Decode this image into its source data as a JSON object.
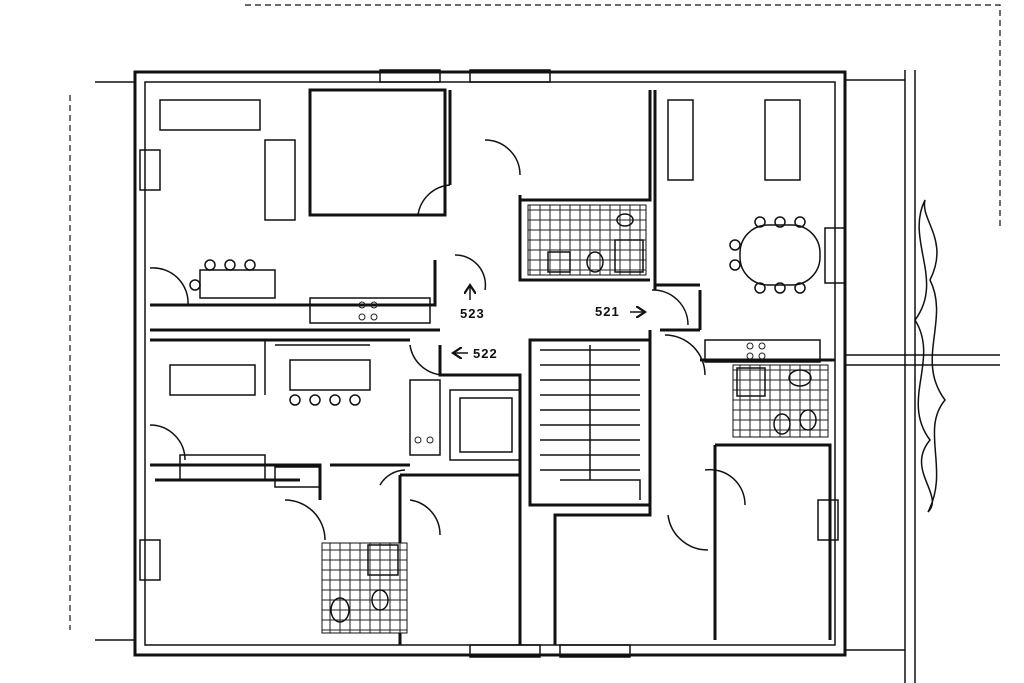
{
  "plan": {
    "labels": {
      "unit_523": "523",
      "unit_522": "522",
      "unit_521": "521"
    },
    "colors": {
      "ink": "#111111",
      "paper": "#ffffff"
    }
  }
}
